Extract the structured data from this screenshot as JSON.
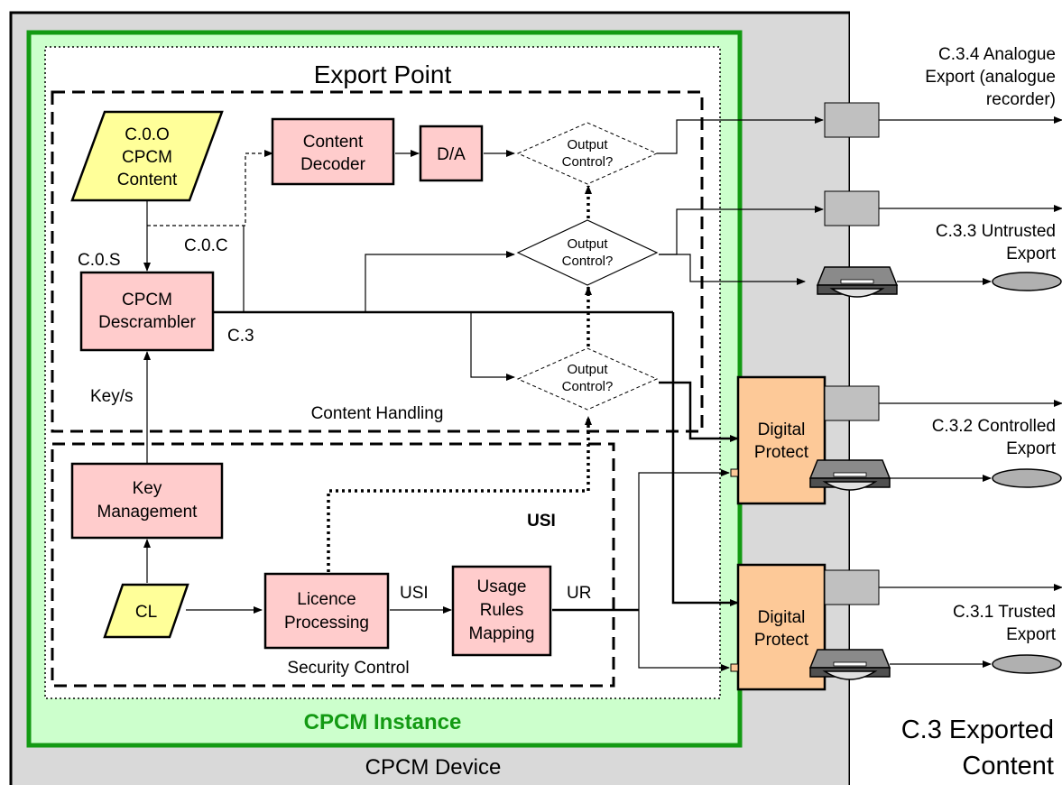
{
  "title": "Export Point",
  "device_label": "CPCM Device",
  "instance_label": "CPCM Instance",
  "exported_content": [
    "C.3 Exported",
    "Content"
  ],
  "regions": {
    "content_handling": "Content Handling",
    "security_control": "Security Control",
    "usi_region": "USI"
  },
  "nodes": {
    "content": [
      "C.0.O",
      "CPCM",
      "Content"
    ],
    "descrambler": [
      "CPCM",
      "Descrambler"
    ],
    "content_decoder": [
      "Content",
      "Decoder"
    ],
    "da": "D/A",
    "key_management": [
      "Key",
      "Management"
    ],
    "cl": "CL",
    "licence_processing": [
      "Licence",
      "Processing"
    ],
    "usage_rules": [
      "Usage",
      "Rules",
      "Mapping"
    ],
    "output_control_1": [
      "Output",
      "Control?"
    ],
    "output_control_2": [
      "Output",
      "Control?"
    ],
    "output_control_3": [
      "Output",
      "Control?"
    ],
    "digital_protect_1": [
      "Digital",
      "Protect"
    ],
    "digital_protect_2": [
      "Digital",
      "Protect"
    ]
  },
  "edge_labels": {
    "c0s": "C.0.S",
    "c0c": "C.0.C",
    "c3": "C.3",
    "keys": "Key/s",
    "usi": "USI",
    "ur": "UR"
  },
  "exports": {
    "analogue": [
      "C.3.4 Analogue",
      "Export (analogue",
      "recorder)"
    ],
    "untrusted": [
      "C.3.3 Untrusted",
      "Export"
    ],
    "controlled": [
      "C.3.2 Controlled",
      "Export"
    ],
    "trusted": [
      "C.3.1 Trusted",
      "Export"
    ]
  },
  "colors": {
    "device_bg": "#d9d9d9",
    "instance_bg": "#ccffcc",
    "instance_border": "#139a13",
    "pink_box": "#ffcccc",
    "yellow_box": "#ffff99",
    "orange_box": "#fdc998",
    "connector_gray": "#c0c0c0"
  }
}
